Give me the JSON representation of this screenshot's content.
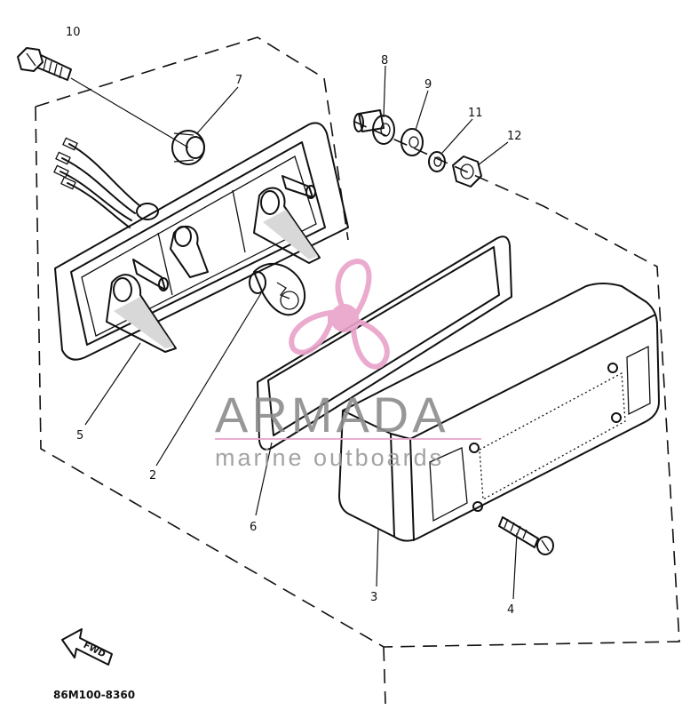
{
  "diagram": {
    "drawing_code": "86M100-8360",
    "direction_label": "FWD",
    "callouts": [
      {
        "id": "c1",
        "label": "10"
      },
      {
        "id": "c2",
        "label": "7"
      },
      {
        "id": "c3",
        "label": "8"
      },
      {
        "id": "c4",
        "label": "9"
      },
      {
        "id": "c5",
        "label": "11"
      },
      {
        "id": "c6",
        "label": "12"
      },
      {
        "id": "c7",
        "label": "5"
      },
      {
        "id": "c8",
        "label": "2"
      },
      {
        "id": "c9",
        "label": "6"
      },
      {
        "id": "c10",
        "label": "3"
      },
      {
        "id": "c11",
        "label": "4"
      }
    ]
  },
  "watermark": {
    "title": "ARMADA",
    "subtitle": "marine outboards",
    "colors": {
      "logo": "#e9a3c9",
      "text": "#8c8c8c",
      "rule": "#e7a6cb"
    }
  }
}
